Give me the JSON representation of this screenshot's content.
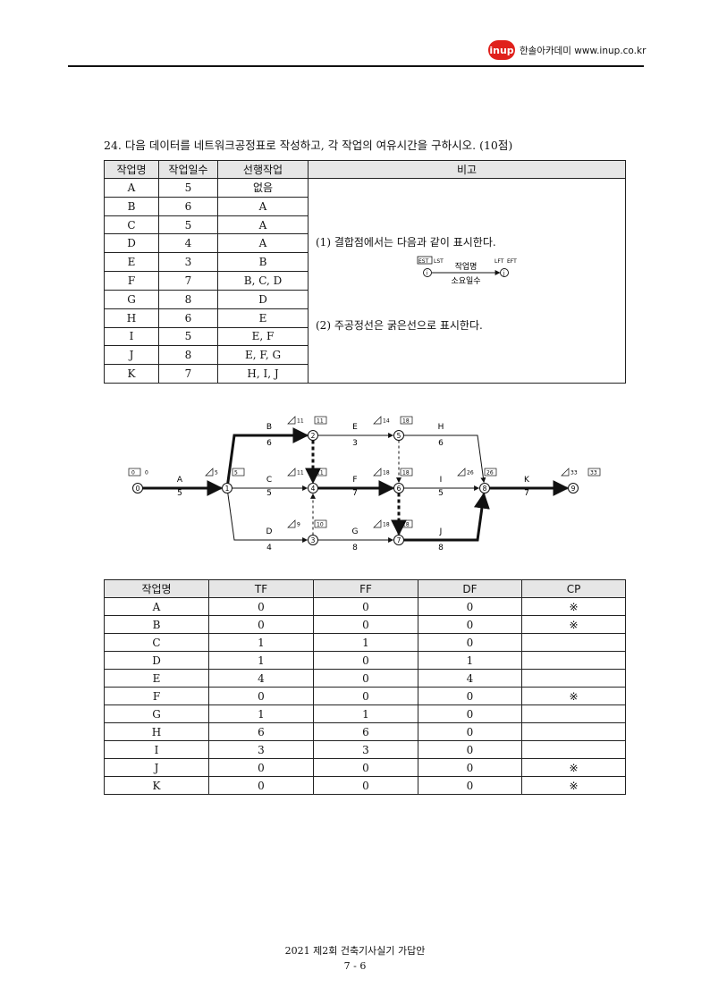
{
  "header": {
    "logo": "inup",
    "brand": "한솔아카데미 www.inup.co.kr"
  },
  "question": "24. 다음 데이터를 네트워크공정표로 작성하고, 각 작업의 여유시간을 구하시오. (10점)",
  "data_table": {
    "headers": [
      "작업명",
      "작업일수",
      "선행작업",
      "비고"
    ],
    "rows": [
      [
        "A",
        "5",
        "없음"
      ],
      [
        "B",
        "6",
        "A"
      ],
      [
        "C",
        "5",
        "A"
      ],
      [
        "D",
        "4",
        "A"
      ],
      [
        "E",
        "3",
        "B"
      ],
      [
        "F",
        "7",
        "B, C, D"
      ],
      [
        "G",
        "8",
        "D"
      ],
      [
        "H",
        "6",
        "E"
      ],
      [
        "I",
        "5",
        "E, F"
      ],
      [
        "J",
        "8",
        "E, F, G"
      ],
      [
        "K",
        "7",
        "H, I, J"
      ]
    ],
    "remark_note1": "(1) 결합점에서는 다음과 같이 표시한다.",
    "remark_note2": "(2) 주공정선은 굵은선으로 표시한다.",
    "legend": {
      "est": "EST",
      "lst": "LST",
      "let": "LFT",
      "eft": "EFT",
      "task": "작업명",
      "duration": "소요일수",
      "node_i": "i",
      "node_j": "j"
    }
  },
  "network": {
    "nodes": [
      {
        "id": "0",
        "est": "0",
        "lst": "0"
      },
      {
        "id": "1",
        "est": "5",
        "lst": "5"
      },
      {
        "id": "2",
        "est": "11",
        "lst": "11"
      },
      {
        "id": "3",
        "est": "9",
        "lst": "10"
      },
      {
        "id": "4",
        "est": "11",
        "lst": "11"
      },
      {
        "id": "5",
        "est": "14",
        "lst": "18"
      },
      {
        "id": "6",
        "est": "18",
        "lst": "18"
      },
      {
        "id": "7",
        "est": "18",
        "lst": "18"
      },
      {
        "id": "8",
        "est": "26",
        "lst": "26"
      },
      {
        "id": "9",
        "est": "33",
        "lst": "33"
      }
    ],
    "activities": [
      {
        "name": "A",
        "duration": "5"
      },
      {
        "name": "B",
        "duration": "6"
      },
      {
        "name": "C",
        "duration": "5"
      },
      {
        "name": "D",
        "duration": "4"
      },
      {
        "name": "E",
        "duration": "3"
      },
      {
        "name": "F",
        "duration": "7"
      },
      {
        "name": "G",
        "duration": "8"
      },
      {
        "name": "H",
        "duration": "6"
      },
      {
        "name": "I",
        "duration": "5"
      },
      {
        "name": "J",
        "duration": "8"
      },
      {
        "name": "K",
        "duration": "7"
      }
    ]
  },
  "result_table": {
    "headers": [
      "작업명",
      "TF",
      "FF",
      "DF",
      "CP"
    ],
    "rows": [
      [
        "A",
        "0",
        "0",
        "0",
        "※"
      ],
      [
        "B",
        "0",
        "0",
        "0",
        "※"
      ],
      [
        "C",
        "1",
        "1",
        "0",
        ""
      ],
      [
        "D",
        "1",
        "0",
        "1",
        ""
      ],
      [
        "E",
        "4",
        "0",
        "4",
        ""
      ],
      [
        "F",
        "0",
        "0",
        "0",
        "※"
      ],
      [
        "G",
        "1",
        "1",
        "0",
        ""
      ],
      [
        "H",
        "6",
        "6",
        "0",
        ""
      ],
      [
        "I",
        "3",
        "3",
        "0",
        ""
      ],
      [
        "J",
        "0",
        "0",
        "0",
        "※"
      ],
      [
        "K",
        "0",
        "0",
        "0",
        "※"
      ]
    ]
  },
  "footer": {
    "title": "2021 제2회 건축기사실기 가답안",
    "page": "7 - 6"
  }
}
